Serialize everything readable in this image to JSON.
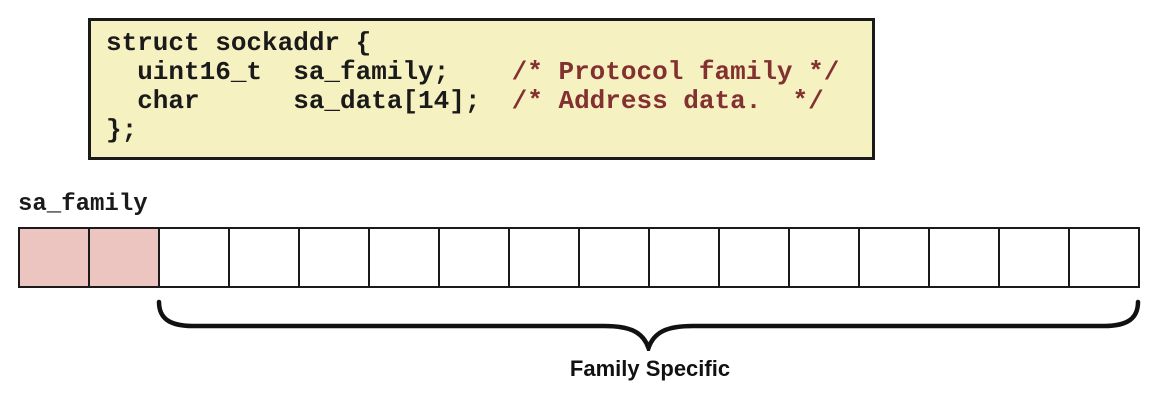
{
  "code_box": {
    "lines": [
      {
        "code": "struct sockaddr {",
        "comment": ""
      },
      {
        "code": "  uint16_t  sa_family;    ",
        "comment": "/* Protocol family */"
      },
      {
        "code": "  char      sa_data[14];  ",
        "comment": "/* Address data.  */"
      },
      {
        "code": "};",
        "comment": ""
      }
    ],
    "colors": {
      "background": "#f5f1c1",
      "border": "#1a1a1a",
      "code": "#1a1a1a",
      "comment": "#823030"
    }
  },
  "byte_diagram": {
    "field_label": "sa_family",
    "total_cells": 16,
    "sa_family_cells": 2,
    "sa_data_cells": 14,
    "brace_label": "Family Specific",
    "colors": {
      "sa_family_fill": "#ecc4c0",
      "sa_data_fill": "#ffffff",
      "border": "#1a1a1a"
    }
  }
}
